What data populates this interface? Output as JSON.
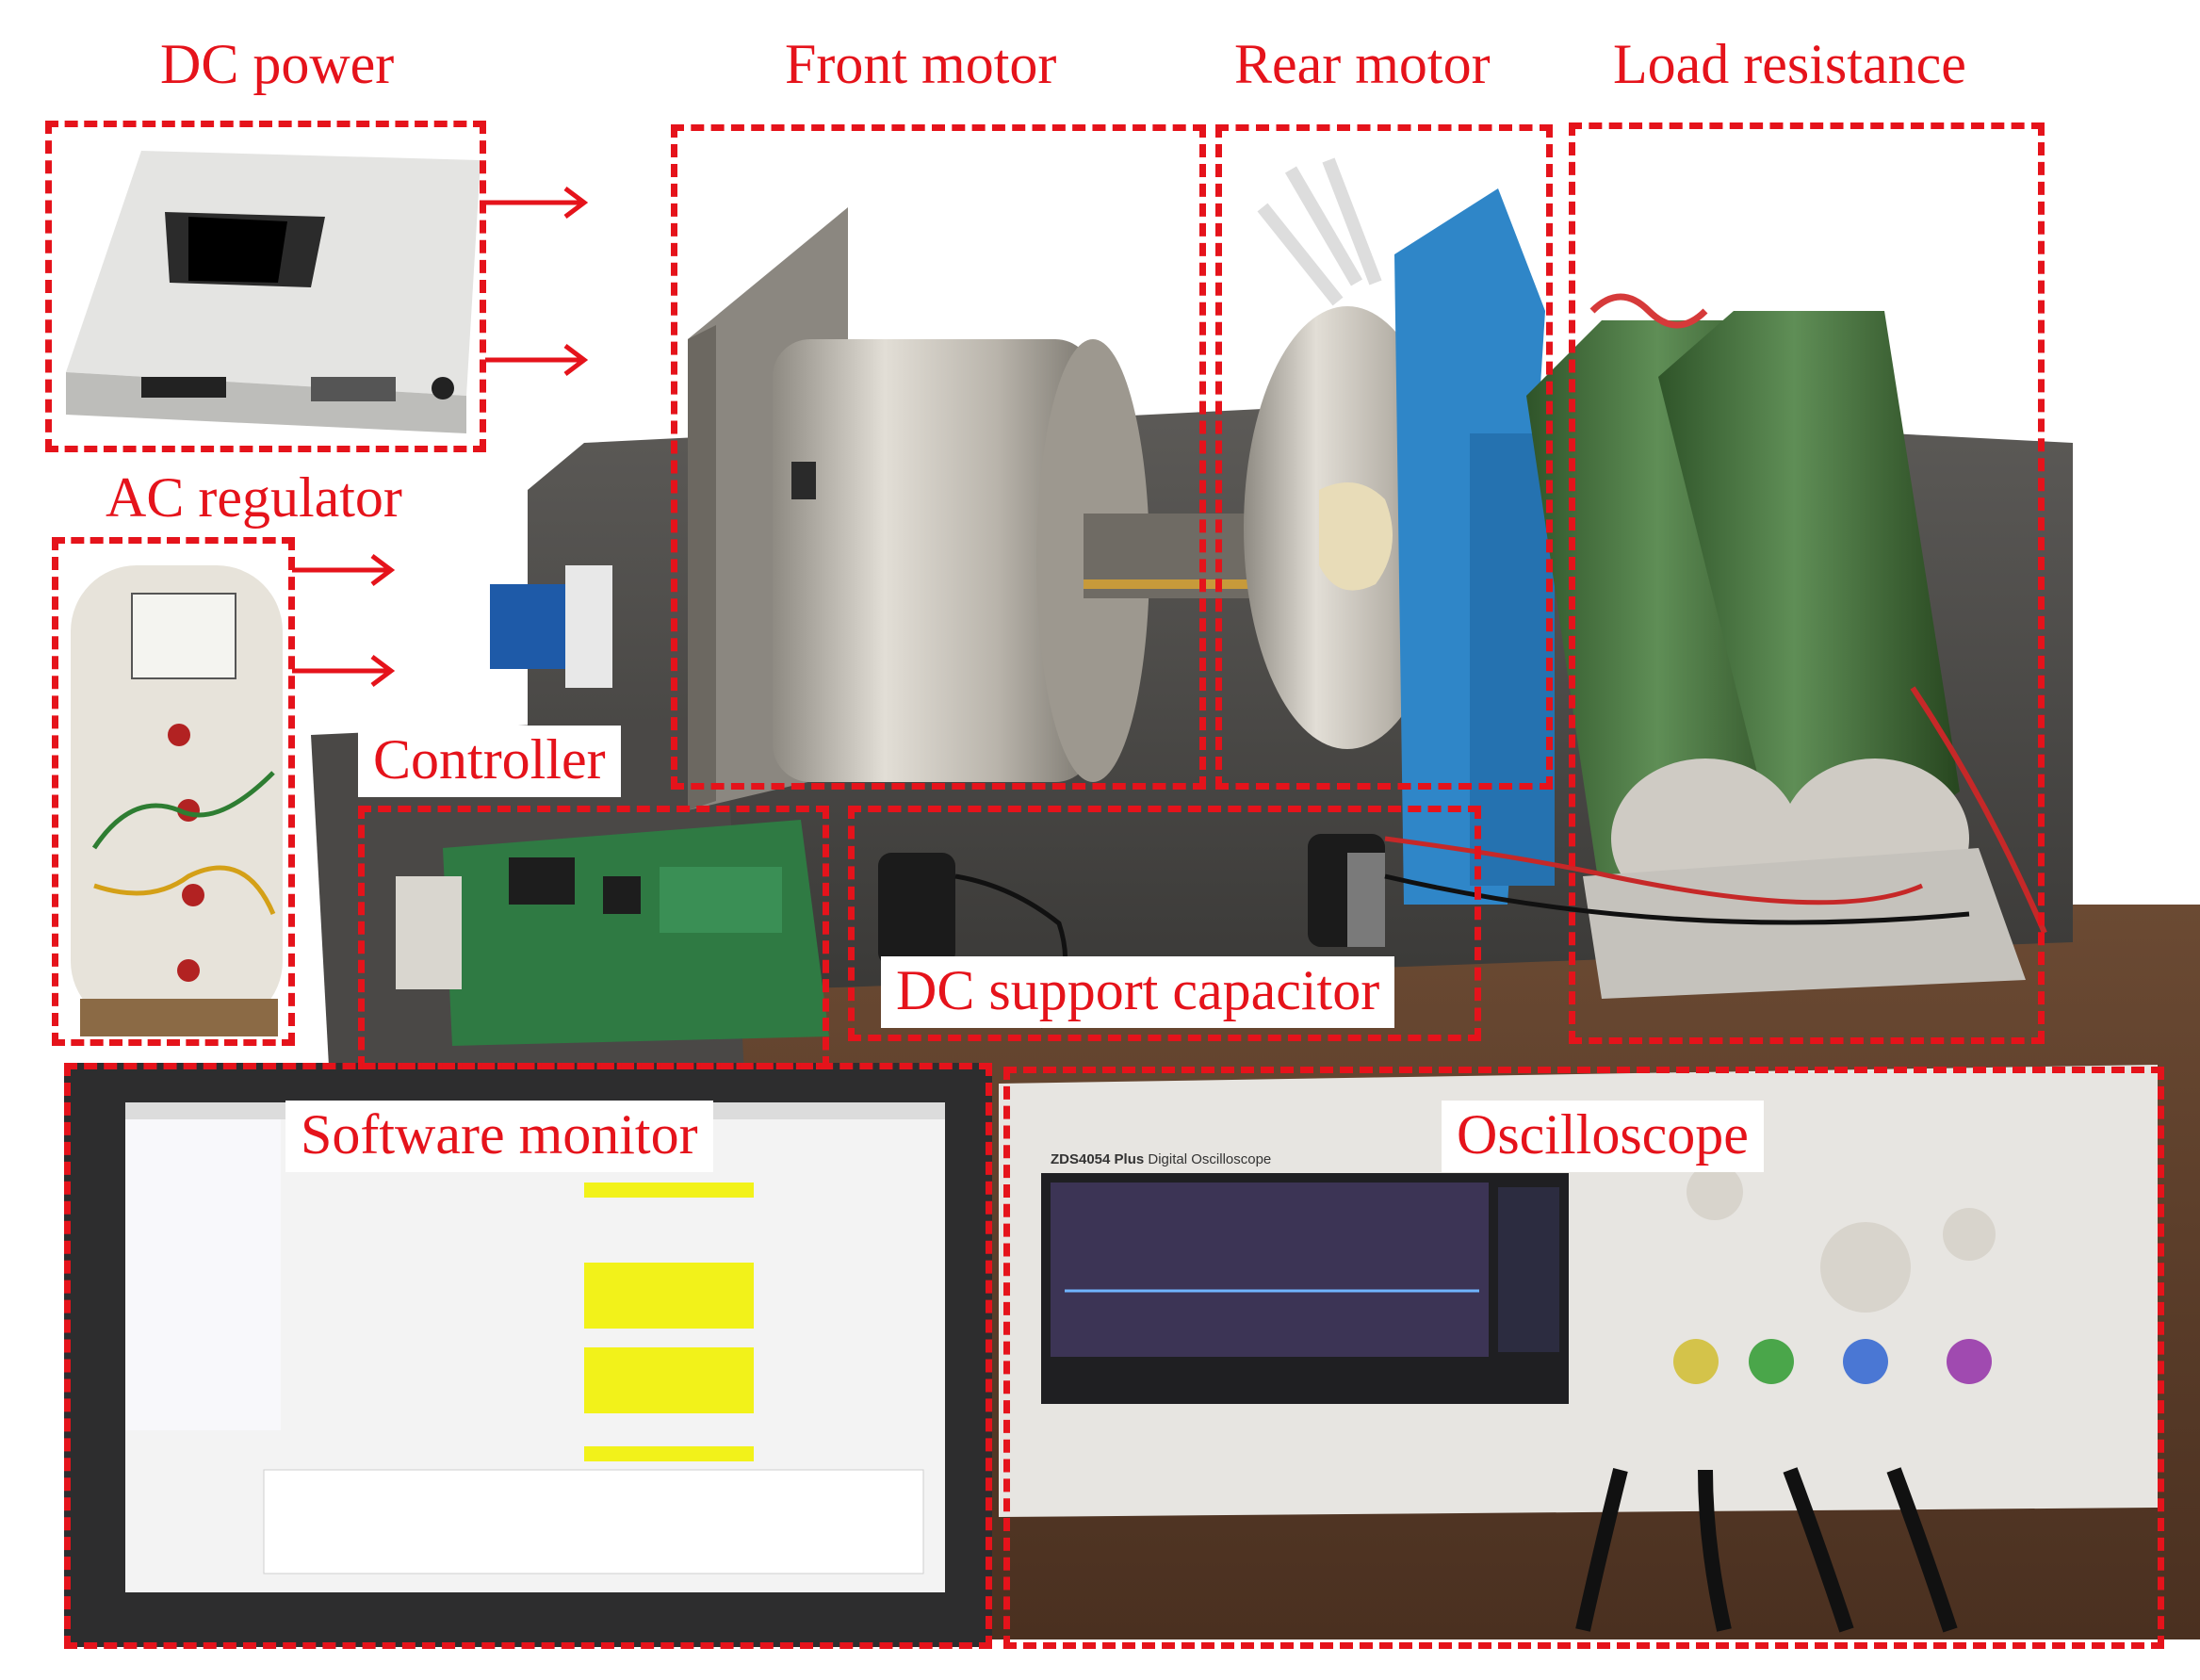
{
  "labels": {
    "dc_power": "DC power",
    "front_motor": "Front motor",
    "rear_motor": "Rear motor",
    "load_resistance": "Load resistance",
    "ac_regulator": "AC regulator",
    "controller": "Controller",
    "dc_support_capacitor": "DC support capacitor",
    "software_monitor": "Software monitor",
    "oscilloscope": "Oscilloscope"
  },
  "oscilloscope_brand": "ZDS4054 Plus",
  "oscilloscope_subtitle": "Digital Oscilloscope",
  "colors": {
    "annotation_red": "#e5131b",
    "motor_blue": "#2f86c8",
    "resistor_green": "#3f6b3a",
    "pcb_green": "#2f7a43",
    "trace_blue": "#6fb4ff"
  }
}
